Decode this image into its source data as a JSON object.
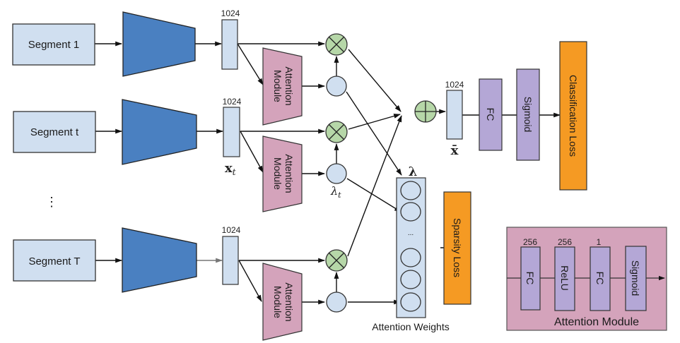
{
  "colors": {
    "segment_fill": "#d0dff0",
    "encoder_fill": "#4a80c1",
    "attention_fill": "#d4a3bb",
    "layer_fill": "#b4a7d6",
    "loss_fill": "#f59a23",
    "op_fill": "#b6d7a8",
    "weight_fill": "#d0dff0",
    "stroke": "#333333"
  },
  "segments": [
    {
      "label": "Segment 1"
    },
    {
      "label": "Segment t"
    },
    {
      "label": "Segment T"
    }
  ],
  "ellipsis": "⋮",
  "feature_dim": "1024",
  "feature_symbol": "x",
  "feature_subscript": "t",
  "attention_module_line1": "Attention",
  "attention_module_line2": "Module",
  "lambda_symbol": "λ",
  "lambda_subscript": "t",
  "aggregated": {
    "dim": "1024",
    "symbol": "x̄"
  },
  "head": {
    "fc_label": "FC",
    "sigmoid_label": "Sigmoid",
    "loss_label": "Classification Loss"
  },
  "weights_panel": {
    "title": "λ",
    "caption": "Attention Weights",
    "dots": "..."
  },
  "sparsity_loss": "Sparsity Loss",
  "attention_detail": {
    "title": "Attention Module",
    "layers": [
      {
        "label": "FC",
        "dim": "256"
      },
      {
        "label": "ReLU",
        "dim": "256"
      },
      {
        "label": "FC",
        "dim": "1"
      },
      {
        "label": "Sigmoid",
        "dim": ""
      }
    ]
  }
}
